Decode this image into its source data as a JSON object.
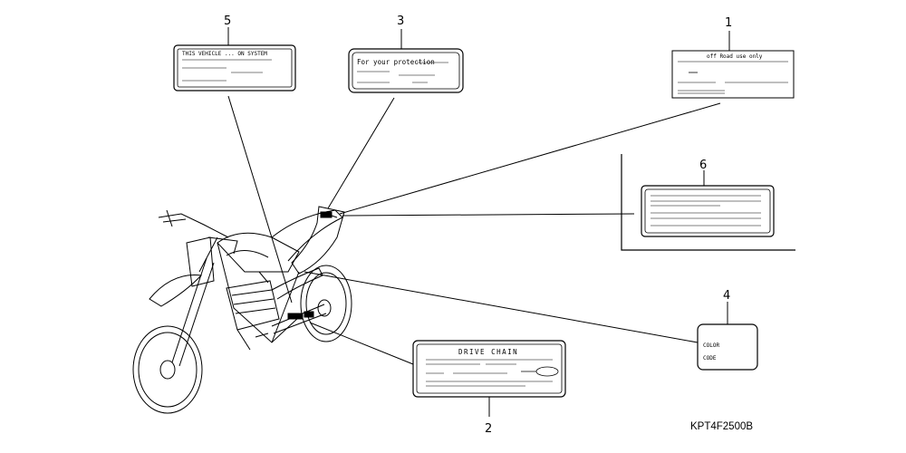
{
  "callouts": {
    "c1": "1",
    "c2": "2",
    "c3": "3",
    "c4": "4",
    "c5": "5",
    "c6": "6"
  },
  "labels": {
    "label1_text": "off Road use only",
    "label2_title": "DRIVE CHAIN",
    "label3_text": "For your protection",
    "label4_line1": "COLOR",
    "label4_line2": "CODE",
    "label5_text": "THIS VEHICLE ... ON SYSTEM"
  },
  "diagram_code": "KPT4F2500B"
}
